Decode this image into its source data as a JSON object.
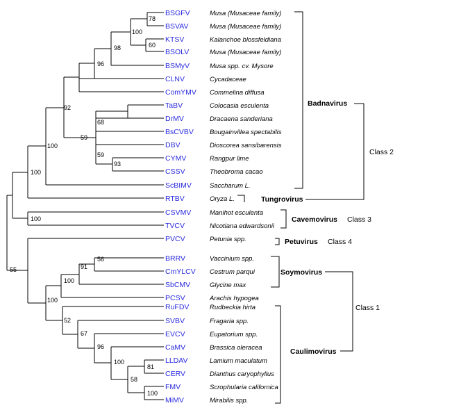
{
  "taxa": [
    {
      "abbr": "BSGFV",
      "host": "Musa (Musaceae family)"
    },
    {
      "abbr": "BSVAV",
      "host": "Musa (Musaceae family)"
    },
    {
      "abbr": "KTSV",
      "host": "Kalanchoe blossfeldiana"
    },
    {
      "abbr": "BSOLV",
      "host": "Musa (Musaceae family)"
    },
    {
      "abbr": "BSMyV",
      "host": "Musa spp. cv. Mysore"
    },
    {
      "abbr": "CLNV",
      "host": "Cycadaceae"
    },
    {
      "abbr": "ComYMV",
      "host": "Commelina diffusa"
    },
    {
      "abbr": "TaBV",
      "host": "Colocasia esculenta"
    },
    {
      "abbr": "DrMV",
      "host": "Dracaena sanderiana"
    },
    {
      "abbr": "BsCVBV",
      "host": "Bougainvillea spectabilis"
    },
    {
      "abbr": "DBV",
      "host": "Dioscorea sansibarensis"
    },
    {
      "abbr": "CYMV",
      "host": "Rangpur lime"
    },
    {
      "abbr": "CSSV",
      "host": "Theobroma cacao"
    },
    {
      "abbr": "ScBIMV",
      "host": "Saccharum L."
    },
    {
      "abbr": "RTBV",
      "host": "Oryza L."
    },
    {
      "abbr": "CSVMV",
      "host": "Manihot esculenta"
    },
    {
      "abbr": "TVCV",
      "host": "Nicotiana edwardsonii"
    },
    {
      "abbr": "PVCV",
      "host": "Petunia spp."
    },
    {
      "abbr": "BRRV",
      "host": "Vaccinium spp."
    },
    {
      "abbr": "CmYLCV",
      "host": "Cestrum parqui"
    },
    {
      "abbr": "SbCMV",
      "host": "Glycine max"
    },
    {
      "abbr": "PCSV",
      "host": "Arachis hypogea"
    },
    {
      "abbr": "RuFDV",
      "host": "Rudbeckia hirta"
    },
    {
      "abbr": "SVBV",
      "host": "Fragaria  spp."
    },
    {
      "abbr": "EVCV",
      "host": "Eupatorium spp."
    },
    {
      "abbr": "CaMV",
      "host": "Brassica oleracea"
    },
    {
      "abbr": "LLDAV",
      "host": "Lamium maculatum"
    },
    {
      "abbr": "CERV",
      "host": "Dianthus caryophyllus"
    },
    {
      "abbr": "FMV",
      "host": "Scrophularia californica"
    },
    {
      "abbr": "MiMV",
      "host": "Mirabilis spp."
    }
  ],
  "bootstrap": {
    "n78": "78",
    "n100a": "100",
    "n60": "60",
    "n98": "98",
    "n96a": "96",
    "n92": "92",
    "n68": "68",
    "n59a": "59",
    "n59b": "59",
    "n93": "93",
    "n100b": "100",
    "n100c": "100",
    "n100d": "100",
    "n55": "55",
    "n56": "56",
    "n91": "91",
    "n100e": "100",
    "n100f": "100",
    "n52": "52",
    "n67": "67",
    "n96b": "96",
    "n100g": "100",
    "n81": "81",
    "n58": "58",
    "n100h": "100"
  },
  "genera": {
    "badnavirus": "Badnavirus",
    "tungrovirus": "Tungrovirus",
    "cavemovirus": "Cavemovirus",
    "petuvirus": "Petuvirus",
    "soymovirus": "Soymovirus",
    "caulimovirus": "Caulimovirus"
  },
  "classes": {
    "class2": "Class 2",
    "class3": "Class 3",
    "class4": "Class 4",
    "class1": "Class 1"
  }
}
